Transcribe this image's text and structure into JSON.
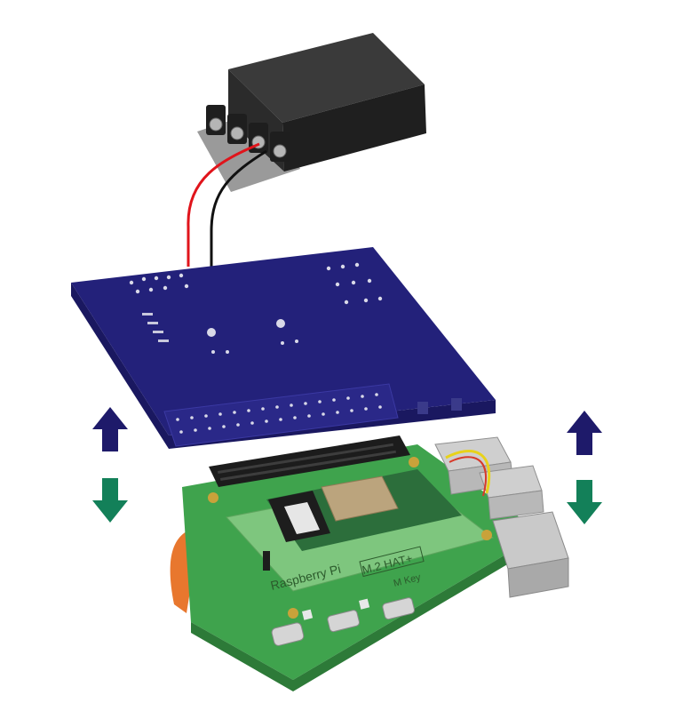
{
  "image": {
    "board_label": "Raspberry Pi",
    "hat_label": "M.2 HAT+",
    "key_label": "M Key"
  },
  "colors": {
    "hat_board": "#23217a",
    "hat_edge": "#1a1860",
    "arrow_up": "#1e1a6a",
    "arrow_down": "#138059",
    "pi_pcb": "#3fa34d",
    "m2_hat": "#7ec67e",
    "enclosure": "#2b2b2b",
    "wire_red": "#e0141b",
    "wire_black": "#111111"
  },
  "icons": {
    "up_arrow": "arrow-up-icon",
    "down_arrow": "arrow-down-icon"
  }
}
